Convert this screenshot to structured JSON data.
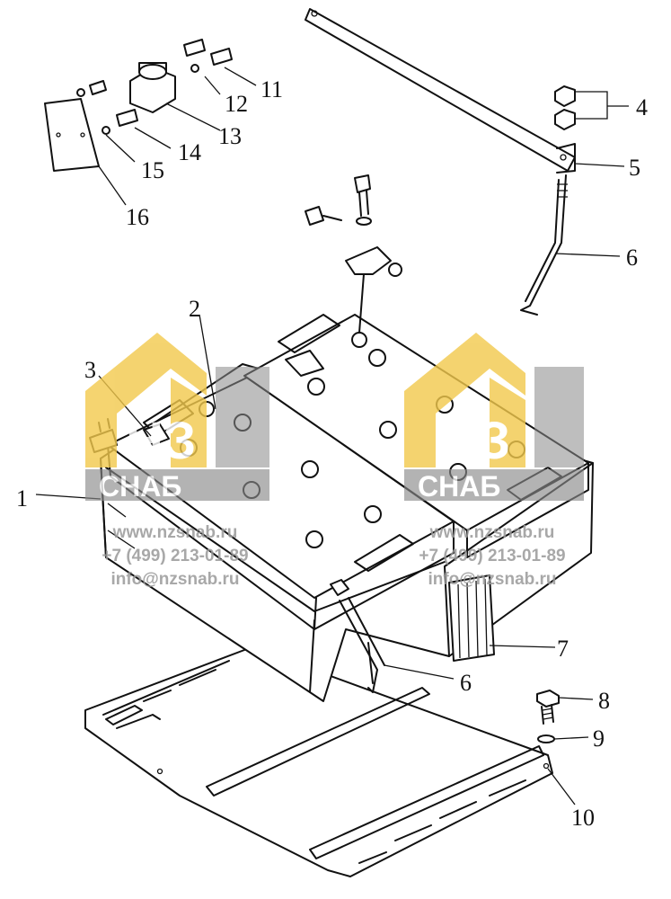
{
  "diagram": {
    "callouts": [
      "1",
      "2",
      "3",
      "4",
      "5",
      "6",
      "6",
      "7",
      "8",
      "9",
      "10",
      "11",
      "12",
      "13",
      "14",
      "15",
      "16"
    ]
  },
  "watermarks": [
    {
      "logo_text": "НЗ",
      "logo_sub": "СНАБ",
      "site": "www.nzsnab.ru",
      "phone": "+7 (499) 213-01-89",
      "email": "info@nzsnab.ru"
    },
    {
      "logo_text": "НЗ",
      "logo_sub": "СНАБ",
      "site": "www.nzsnab.ru",
      "phone": "+7 (499) 213-01-89",
      "email": "info@nzsnab.ru"
    }
  ],
  "colors": {
    "logo_gold": "#f2c94c",
    "logo_gray": "#8a8a8a",
    "ink": "#111111"
  }
}
